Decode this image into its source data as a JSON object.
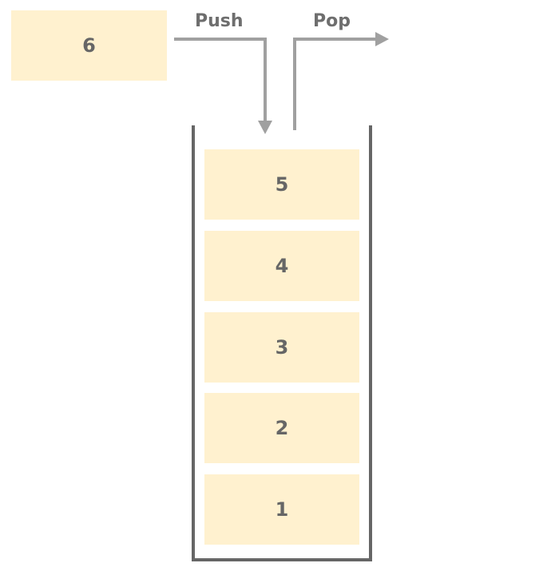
{
  "incoming": {
    "value": "6"
  },
  "operations": {
    "push_label": "Push",
    "pop_label": "Pop"
  },
  "stack": {
    "items": [
      {
        "value": "5"
      },
      {
        "value": "4"
      },
      {
        "value": "3"
      },
      {
        "value": "2"
      },
      {
        "value": "1"
      }
    ]
  },
  "colors": {
    "box_fill": "#fff1cf",
    "stroke": "#a0a0a0",
    "container_stroke": "#666666",
    "text": "#666666"
  }
}
